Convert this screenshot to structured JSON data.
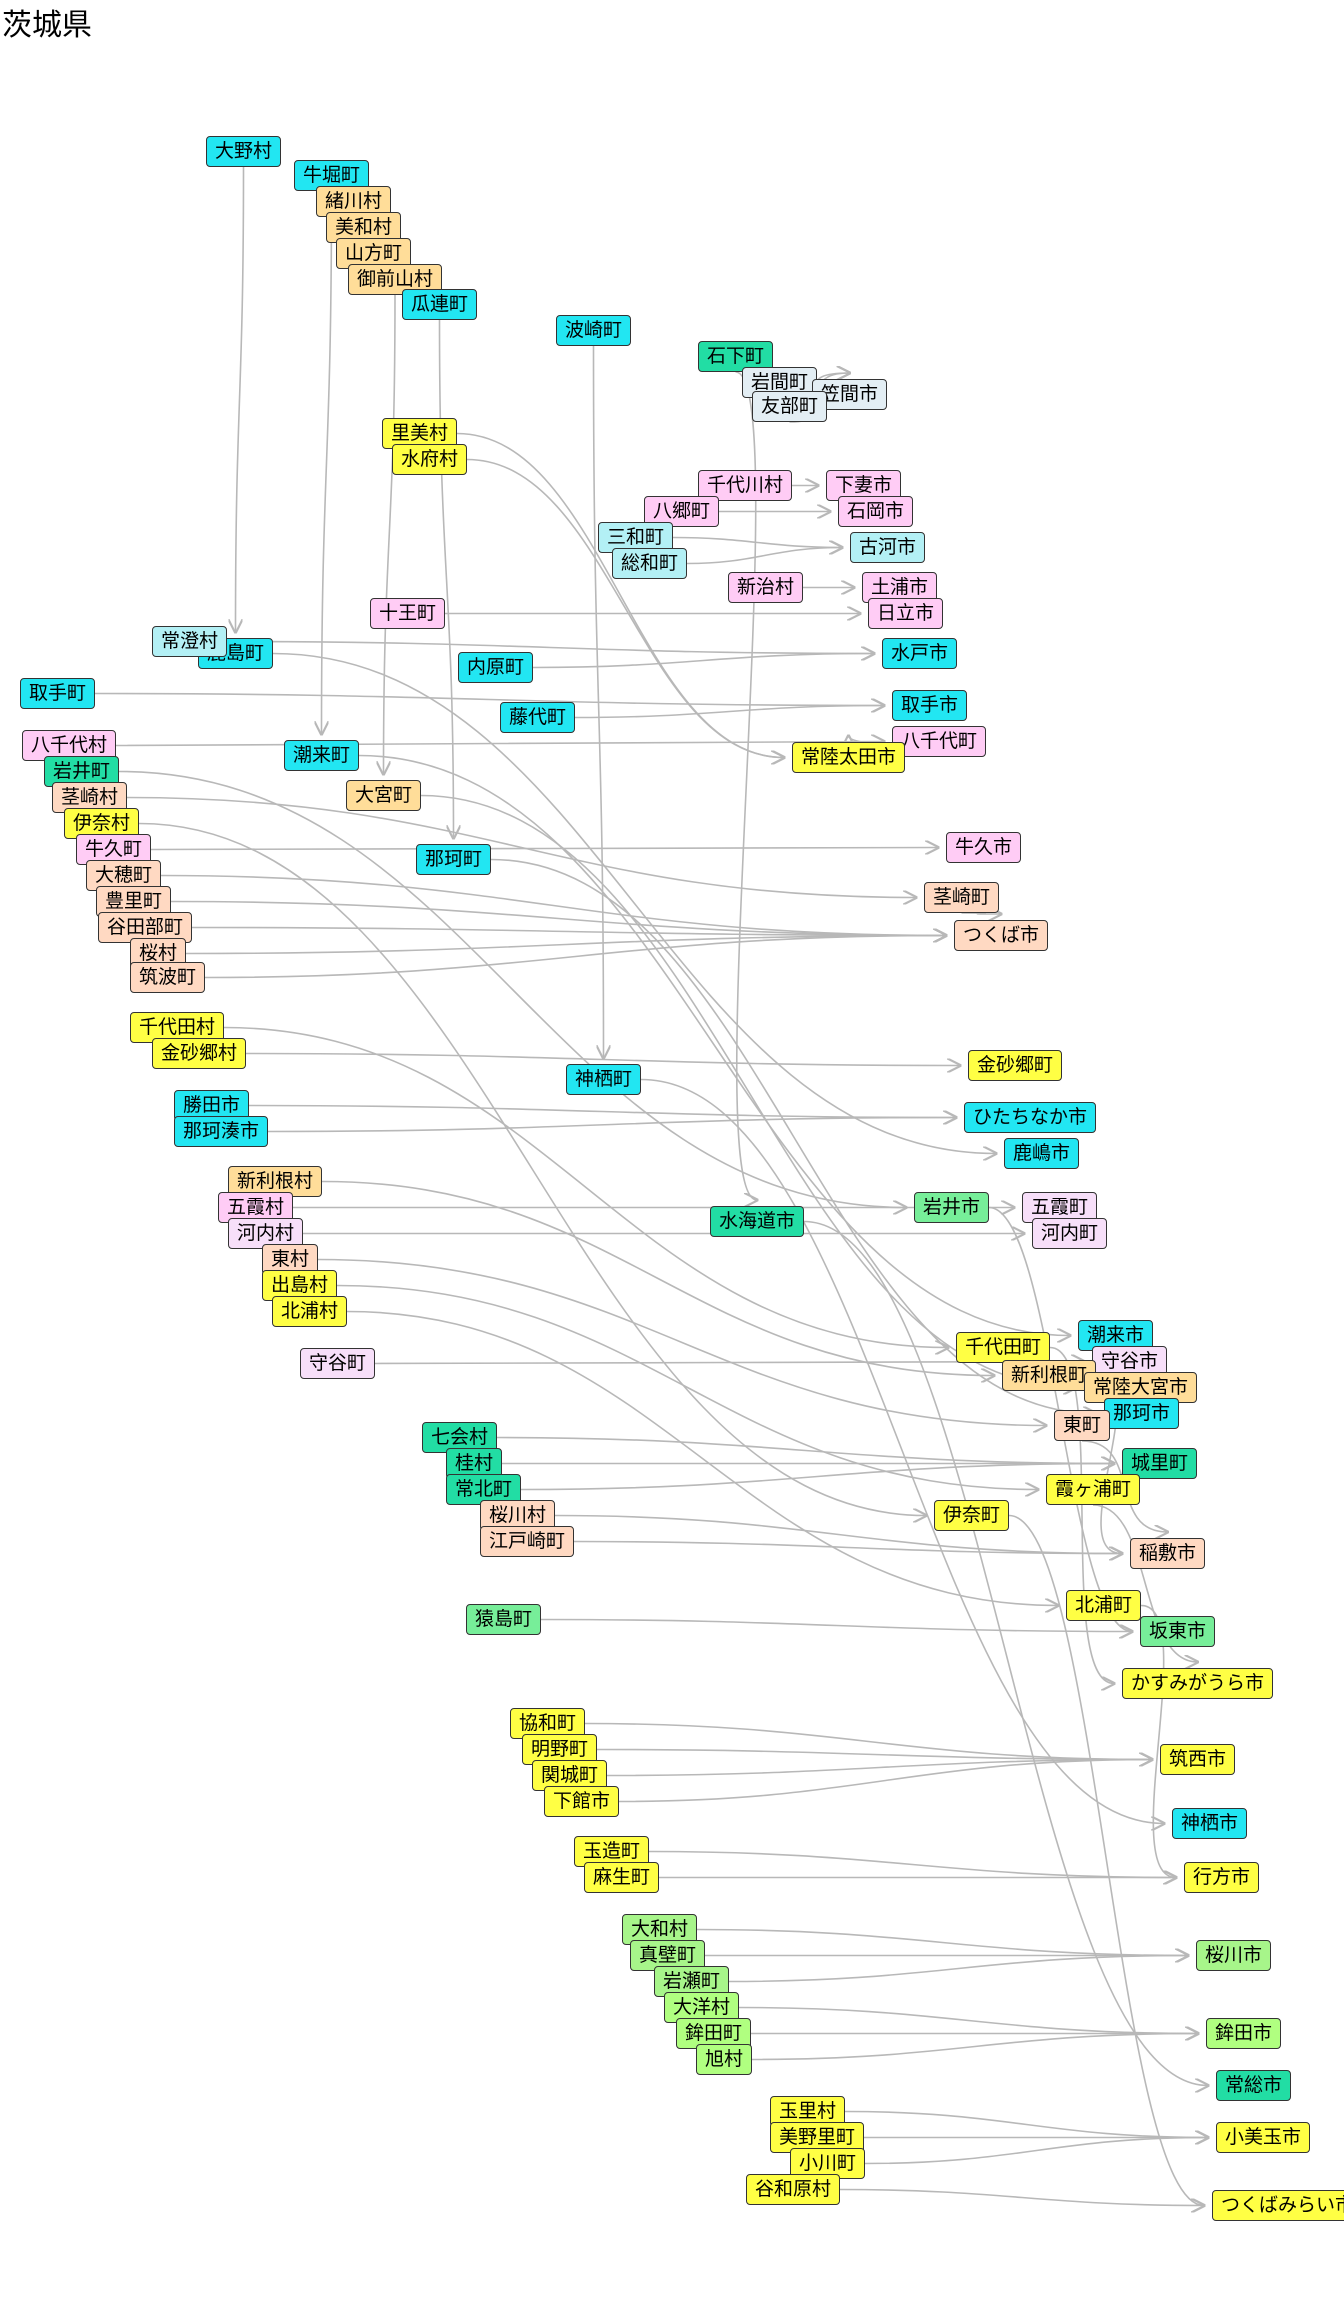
{
  "title": "茨城県",
  "colors": {
    "cyan": "#22e6f2",
    "lightcyan": "#b3f0f5",
    "yellow": "#ffff44",
    "tan": "#ffdd99",
    "peach": "#ffd9c2",
    "pink": "#ffccf5",
    "lavender": "#f7dff9",
    "teal": "#22dda4",
    "green": "#77ee99",
    "lightgreen": "#b0ff80",
    "lightgreen2": "#a7f58a",
    "gray": "#e3eef4",
    "edge": "#b8b8b8"
  },
  "nodes": [
    {
      "id": "n1",
      "label": "大野村",
      "color": "cyan"
    },
    {
      "id": "n2",
      "label": "牛堀町",
      "color": "cyan"
    },
    {
      "id": "n3",
      "label": "緒川村",
      "color": "tan"
    },
    {
      "id": "n4",
      "label": "美和村",
      "color": "tan"
    },
    {
      "id": "n5",
      "label": "山方町",
      "color": "tan"
    },
    {
      "id": "n6",
      "label": "御前山村",
      "color": "tan"
    },
    {
      "id": "n7",
      "label": "瓜連町",
      "color": "cyan"
    },
    {
      "id": "n8",
      "label": "波崎町",
      "color": "cyan"
    },
    {
      "id": "n9",
      "label": "石下町",
      "color": "teal"
    },
    {
      "id": "n10",
      "label": "岩間町",
      "color": "gray"
    },
    {
      "id": "n11",
      "label": "笠間市",
      "color": "gray"
    },
    {
      "id": "n12",
      "label": "友部町",
      "color": "gray"
    },
    {
      "id": "n13",
      "label": "里美村",
      "color": "yellow"
    },
    {
      "id": "n14",
      "label": "水府村",
      "color": "yellow"
    },
    {
      "id": "n15",
      "label": "千代川村",
      "color": "pink"
    },
    {
      "id": "n16",
      "label": "下妻市",
      "color": "pink"
    },
    {
      "id": "n17",
      "label": "八郷町",
      "color": "pink"
    },
    {
      "id": "n18",
      "label": "石岡市",
      "color": "pink"
    },
    {
      "id": "n19",
      "label": "三和町",
      "color": "lightcyan"
    },
    {
      "id": "n20",
      "label": "総和町",
      "color": "lightcyan"
    },
    {
      "id": "n21",
      "label": "古河市",
      "color": "lightcyan"
    },
    {
      "id": "n22",
      "label": "新治村",
      "color": "pink"
    },
    {
      "id": "n23",
      "label": "土浦市",
      "color": "pink"
    },
    {
      "id": "n24",
      "label": "日立市",
      "color": "pink"
    },
    {
      "id": "n25",
      "label": "十王町",
      "color": "pink"
    },
    {
      "id": "n26",
      "label": "鹿島町",
      "color": "cyan"
    },
    {
      "id": "n27",
      "label": "常澄村",
      "color": "lightcyan"
    },
    {
      "id": "n28",
      "label": "水戸市",
      "color": "cyan"
    },
    {
      "id": "n29",
      "label": "内原町",
      "color": "cyan"
    },
    {
      "id": "n30",
      "label": "取手町",
      "color": "cyan"
    },
    {
      "id": "n31",
      "label": "取手市",
      "color": "cyan"
    },
    {
      "id": "n32",
      "label": "藤代町",
      "color": "cyan"
    },
    {
      "id": "n33",
      "label": "八千代町",
      "color": "pink"
    },
    {
      "id": "n34",
      "label": "八千代村",
      "color": "pink"
    },
    {
      "id": "n35",
      "label": "常陸太田市",
      "color": "yellow"
    },
    {
      "id": "n36",
      "label": "潮来町",
      "color": "cyan"
    },
    {
      "id": "n37",
      "label": "岩井町",
      "color": "teal"
    },
    {
      "id": "n38",
      "label": "大宮町",
      "color": "tan"
    },
    {
      "id": "n39",
      "label": "茎崎村",
      "color": "peach"
    },
    {
      "id": "n40",
      "label": "伊奈村",
      "color": "yellow"
    },
    {
      "id": "n41",
      "label": "牛久町",
      "color": "pink"
    },
    {
      "id": "n42",
      "label": "牛久市",
      "color": "pink"
    },
    {
      "id": "n43",
      "label": "那珂町",
      "color": "cyan"
    },
    {
      "id": "n44",
      "label": "大穂町",
      "color": "peach"
    },
    {
      "id": "n45",
      "label": "茎崎町",
      "color": "peach"
    },
    {
      "id": "n46",
      "label": "豊里町",
      "color": "peach"
    },
    {
      "id": "n47",
      "label": "谷田部町",
      "color": "peach"
    },
    {
      "id": "n48",
      "label": "つくば市",
      "color": "peach"
    },
    {
      "id": "n49",
      "label": "桜村",
      "color": "peach"
    },
    {
      "id": "n50",
      "label": "筑波町",
      "color": "peach"
    },
    {
      "id": "n51",
      "label": "千代田村",
      "color": "yellow"
    },
    {
      "id": "n52",
      "label": "金砂郷村",
      "color": "yellow"
    },
    {
      "id": "n53",
      "label": "金砂郷町",
      "color": "yellow"
    },
    {
      "id": "n54",
      "label": "神栖町",
      "color": "cyan"
    },
    {
      "id": "n55",
      "label": "勝田市",
      "color": "cyan"
    },
    {
      "id": "n56",
      "label": "ひたちなか市",
      "color": "cyan"
    },
    {
      "id": "n57",
      "label": "那珂湊市",
      "color": "cyan"
    },
    {
      "id": "n58",
      "label": "鹿嶋市",
      "color": "cyan"
    },
    {
      "id": "n59",
      "label": "新利根村",
      "color": "tan"
    },
    {
      "id": "n60",
      "label": "五霞村",
      "color": "pink"
    },
    {
      "id": "n61",
      "label": "水海道市",
      "color": "teal"
    },
    {
      "id": "n62",
      "label": "岩井市",
      "color": "green"
    },
    {
      "id": "n63",
      "label": "五霞町",
      "color": "lavender"
    },
    {
      "id": "n64",
      "label": "河内村",
      "color": "lavender"
    },
    {
      "id": "n65",
      "label": "河内町",
      "color": "lavender"
    },
    {
      "id": "n66",
      "label": "東村",
      "color": "peach"
    },
    {
      "id": "n67",
      "label": "出島村",
      "color": "yellow"
    },
    {
      "id": "n68",
      "label": "北浦村",
      "color": "yellow"
    },
    {
      "id": "n69",
      "label": "千代田町",
      "color": "yellow"
    },
    {
      "id": "n70",
      "label": "潮来市",
      "color": "cyan"
    },
    {
      "id": "n71",
      "label": "守谷町",
      "color": "lavender"
    },
    {
      "id": "n72",
      "label": "守谷市",
      "color": "lavender"
    },
    {
      "id": "n73",
      "label": "新利根町",
      "color": "tan"
    },
    {
      "id": "n74",
      "label": "常陸大宮市",
      "color": "tan"
    },
    {
      "id": "n75",
      "label": "那珂市",
      "color": "cyan"
    },
    {
      "id": "n76",
      "label": "東町",
      "color": "peach"
    },
    {
      "id": "n77",
      "label": "七会村",
      "color": "teal"
    },
    {
      "id": "n78",
      "label": "城里町",
      "color": "teal"
    },
    {
      "id": "n79",
      "label": "桂村",
      "color": "teal"
    },
    {
      "id": "n80",
      "label": "常北町",
      "color": "teal"
    },
    {
      "id": "n81",
      "label": "霞ヶ浦町",
      "color": "yellow"
    },
    {
      "id": "n82",
      "label": "桜川村",
      "color": "peach"
    },
    {
      "id": "n83",
      "label": "伊奈町",
      "color": "yellow"
    },
    {
      "id": "n84",
      "label": "江戸崎町",
      "color": "peach"
    },
    {
      "id": "n85",
      "label": "稲敷市",
      "color": "peach"
    },
    {
      "id": "n86",
      "label": "北浦町",
      "color": "yellow"
    },
    {
      "id": "n87",
      "label": "猿島町",
      "color": "green"
    },
    {
      "id": "n88",
      "label": "坂東市",
      "color": "green"
    },
    {
      "id": "n89",
      "label": "かすみがうら市",
      "color": "yellow"
    },
    {
      "id": "n90",
      "label": "協和町",
      "color": "yellow"
    },
    {
      "id": "n91",
      "label": "明野町",
      "color": "yellow"
    },
    {
      "id": "n92",
      "label": "筑西市",
      "color": "yellow"
    },
    {
      "id": "n93",
      "label": "関城町",
      "color": "yellow"
    },
    {
      "id": "n94",
      "label": "下館市",
      "color": "yellow"
    },
    {
      "id": "n95",
      "label": "神栖市",
      "color": "cyan"
    },
    {
      "id": "n96",
      "label": "玉造町",
      "color": "yellow"
    },
    {
      "id": "n97",
      "label": "行方市",
      "color": "yellow"
    },
    {
      "id": "n98",
      "label": "麻生町",
      "color": "yellow"
    },
    {
      "id": "n99",
      "label": "大和村",
      "color": "lightgreen2"
    },
    {
      "id": "n100",
      "label": "桜川市",
      "color": "lightgreen2"
    },
    {
      "id": "n101",
      "label": "真壁町",
      "color": "lightgreen2"
    },
    {
      "id": "n102",
      "label": "岩瀬町",
      "color": "lightgreen2"
    },
    {
      "id": "n103",
      "label": "大洋村",
      "color": "lightgreen"
    },
    {
      "id": "n104",
      "label": "鉾田町",
      "color": "lightgreen"
    },
    {
      "id": "n105",
      "label": "鉾田市",
      "color": "lightgreen"
    },
    {
      "id": "n106",
      "label": "旭村",
      "color": "lightgreen"
    },
    {
      "id": "n107",
      "label": "常総市",
      "color": "teal"
    },
    {
      "id": "n108",
      "label": "玉里村",
      "color": "yellow"
    },
    {
      "id": "n109",
      "label": "美野里町",
      "color": "yellow"
    },
    {
      "id": "n110",
      "label": "小美玉市",
      "color": "yellow"
    },
    {
      "id": "n111",
      "label": "小川町",
      "color": "yellow"
    },
    {
      "id": "n112",
      "label": "谷和原村",
      "color": "yellow"
    },
    {
      "id": "n113",
      "label": "つくばみらい市",
      "color": "yellow"
    }
  ],
  "edges": [
    [
      "n1",
      "n26"
    ],
    [
      "n2",
      "n36"
    ],
    [
      "n3",
      "n6"
    ],
    [
      "n4",
      "n6"
    ],
    [
      "n5",
      "n6"
    ],
    [
      "n6",
      "n38"
    ],
    [
      "n7",
      "n43"
    ],
    [
      "n8",
      "n54"
    ],
    [
      "n9",
      "n61"
    ],
    [
      "n10",
      "n11"
    ],
    [
      "n12",
      "n11"
    ],
    [
      "n13",
      "n35"
    ],
    [
      "n14",
      "n35"
    ],
    [
      "n15",
      "n16"
    ],
    [
      "n17",
      "n18"
    ],
    [
      "n19",
      "n21"
    ],
    [
      "n20",
      "n21"
    ],
    [
      "n22",
      "n23"
    ],
    [
      "n25",
      "n24"
    ],
    [
      "n27",
      "n28"
    ],
    [
      "n29",
      "n28"
    ],
    [
      "n30",
      "n31"
    ],
    [
      "n32",
      "n31"
    ],
    [
      "n34",
      "n33"
    ],
    [
      "n36",
      "n70"
    ],
    [
      "n37",
      "n62"
    ],
    [
      "n38",
      "n74"
    ],
    [
      "n39",
      "n45"
    ],
    [
      "n40",
      "n83"
    ],
    [
      "n41",
      "n42"
    ],
    [
      "n43",
      "n75"
    ],
    [
      "n44",
      "n48"
    ],
    [
      "n45",
      "n48"
    ],
    [
      "n46",
      "n48"
    ],
    [
      "n47",
      "n48"
    ],
    [
      "n49",
      "n48"
    ],
    [
      "n50",
      "n48"
    ],
    [
      "n51",
      "n69"
    ],
    [
      "n52",
      "n53"
    ],
    [
      "n54",
      "n95"
    ],
    [
      "n55",
      "n56"
    ],
    [
      "n57",
      "n56"
    ],
    [
      "n26",
      "n58"
    ],
    [
      "n59",
      "n73"
    ],
    [
      "n60",
      "n63"
    ],
    [
      "n61",
      "n107"
    ],
    [
      "n64",
      "n65"
    ],
    [
      "n66",
      "n76"
    ],
    [
      "n67",
      "n81"
    ],
    [
      "n68",
      "n86"
    ],
    [
      "n71",
      "n72"
    ],
    [
      "n73",
      "n85"
    ],
    [
      "n76",
      "n85"
    ],
    [
      "n77",
      "n78"
    ],
    [
      "n79",
      "n78"
    ],
    [
      "n80",
      "n78"
    ],
    [
      "n82",
      "n85"
    ],
    [
      "n84",
      "n85"
    ],
    [
      "n87",
      "n88"
    ],
    [
      "n62",
      "n88"
    ],
    [
      "n81",
      "n89"
    ],
    [
      "n69",
      "n89"
    ],
    [
      "n90",
      "n92"
    ],
    [
      "n91",
      "n92"
    ],
    [
      "n93",
      "n92"
    ],
    [
      "n94",
      "n92"
    ],
    [
      "n96",
      "n97"
    ],
    [
      "n98",
      "n97"
    ],
    [
      "n86",
      "n97"
    ],
    [
      "n99",
      "n100"
    ],
    [
      "n101",
      "n100"
    ],
    [
      "n102",
      "n100"
    ],
    [
      "n103",
      "n105"
    ],
    [
      "n104",
      "n105"
    ],
    [
      "n106",
      "n105"
    ],
    [
      "n108",
      "n110"
    ],
    [
      "n109",
      "n110"
    ],
    [
      "n111",
      "n110"
    ],
    [
      "n112",
      "n113"
    ],
    [
      "n83",
      "n113"
    ],
    [
      "n33",
      "n35"
    ]
  ]
}
